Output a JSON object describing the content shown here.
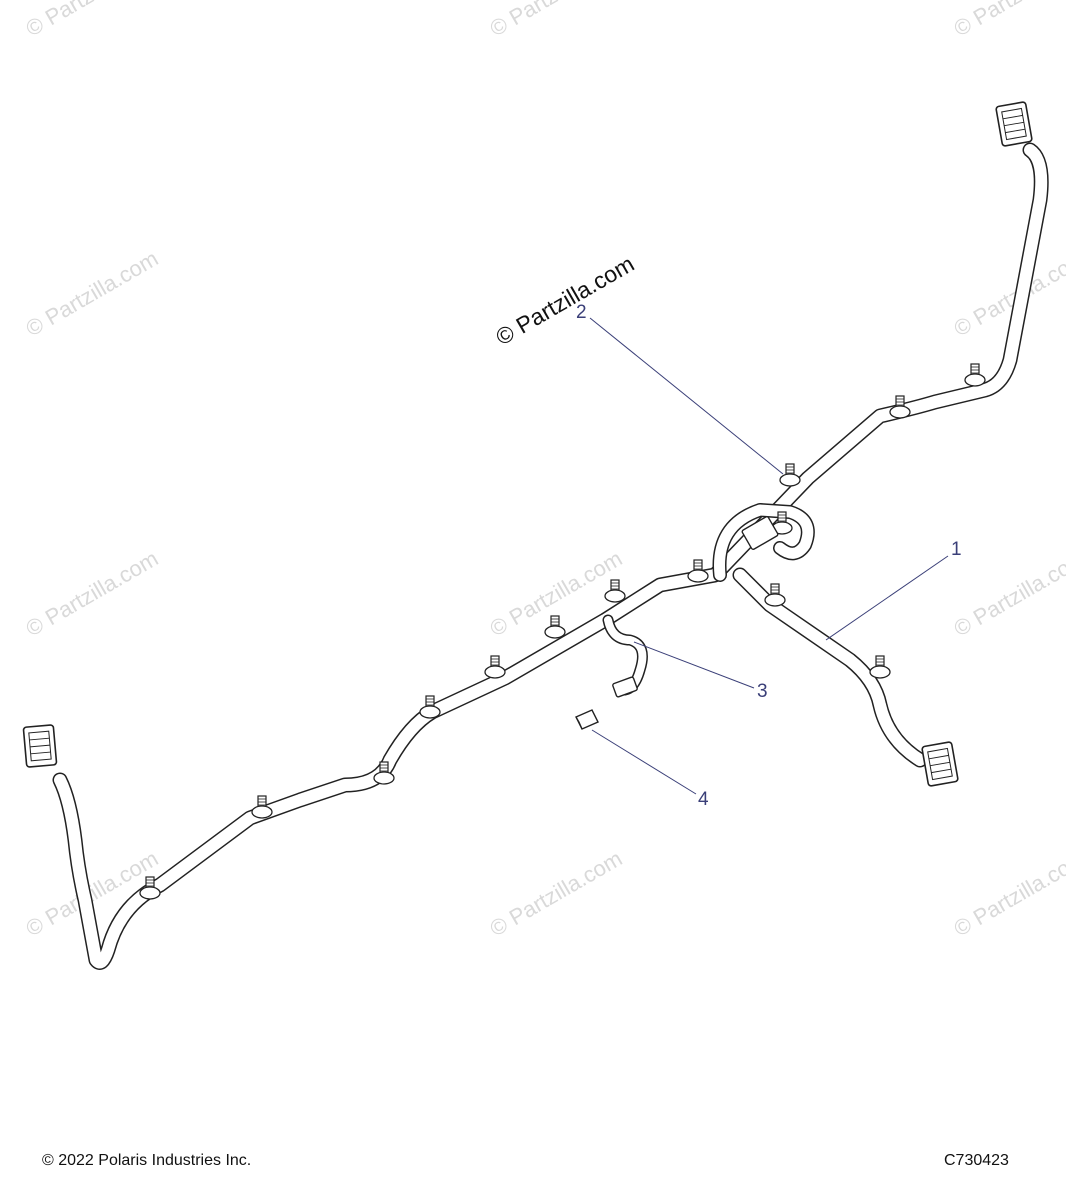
{
  "watermark": {
    "text": "© Partzilla.com"
  },
  "callouts": [
    "1",
    "2",
    "3",
    "4"
  ],
  "footer": {
    "copyright": "© 2022 Polaris Industries Inc.",
    "code": "C730423"
  },
  "colors": {
    "line": "#222222",
    "callout": "#3a3f78",
    "watermark": "#d9d9d9"
  }
}
